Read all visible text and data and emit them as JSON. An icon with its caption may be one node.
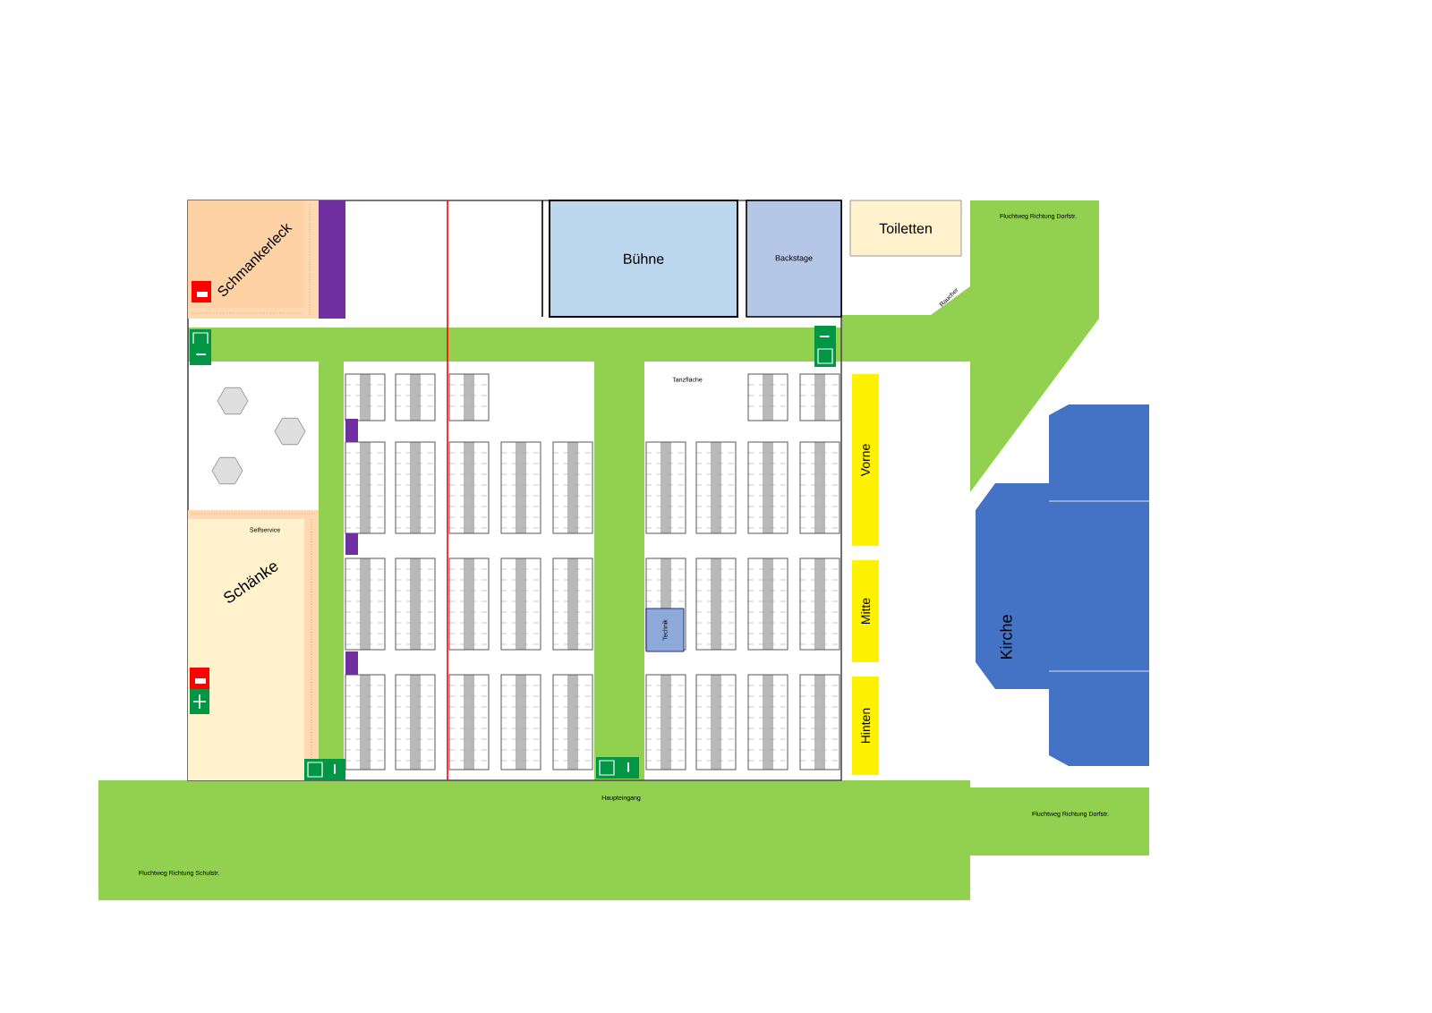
{
  "diagram": {
    "nodes": [
      {
        "text": [
          "Schmankerleck"
        ]
      },
      {
        "text": [
          "Bühne"
        ]
      },
      {
        "text": [
          "Backstage"
        ]
      },
      {
        "text": [
          "Toiletten"
        ]
      },
      {
        "text": [
          "Schänke"
        ]
      },
      {
        "text": [
          "Technik"
        ]
      },
      {
        "text": [
          "Vorne"
        ]
      },
      {
        "text": [
          "Mitte"
        ]
      },
      {
        "text": [
          "Hinten"
        ]
      },
      {
        "text": [
          "Kirche"
        ]
      }
    ],
    "labels": [
      "Fluchtweg Richtung Dorfstr.",
      "Raucher",
      "Tanzfläche",
      "Selfservice",
      "Haupteingang",
      "Fluchtweg Richtung Dorfstr.",
      "Fluchtweg Richtung Schulstr."
    ]
  }
}
